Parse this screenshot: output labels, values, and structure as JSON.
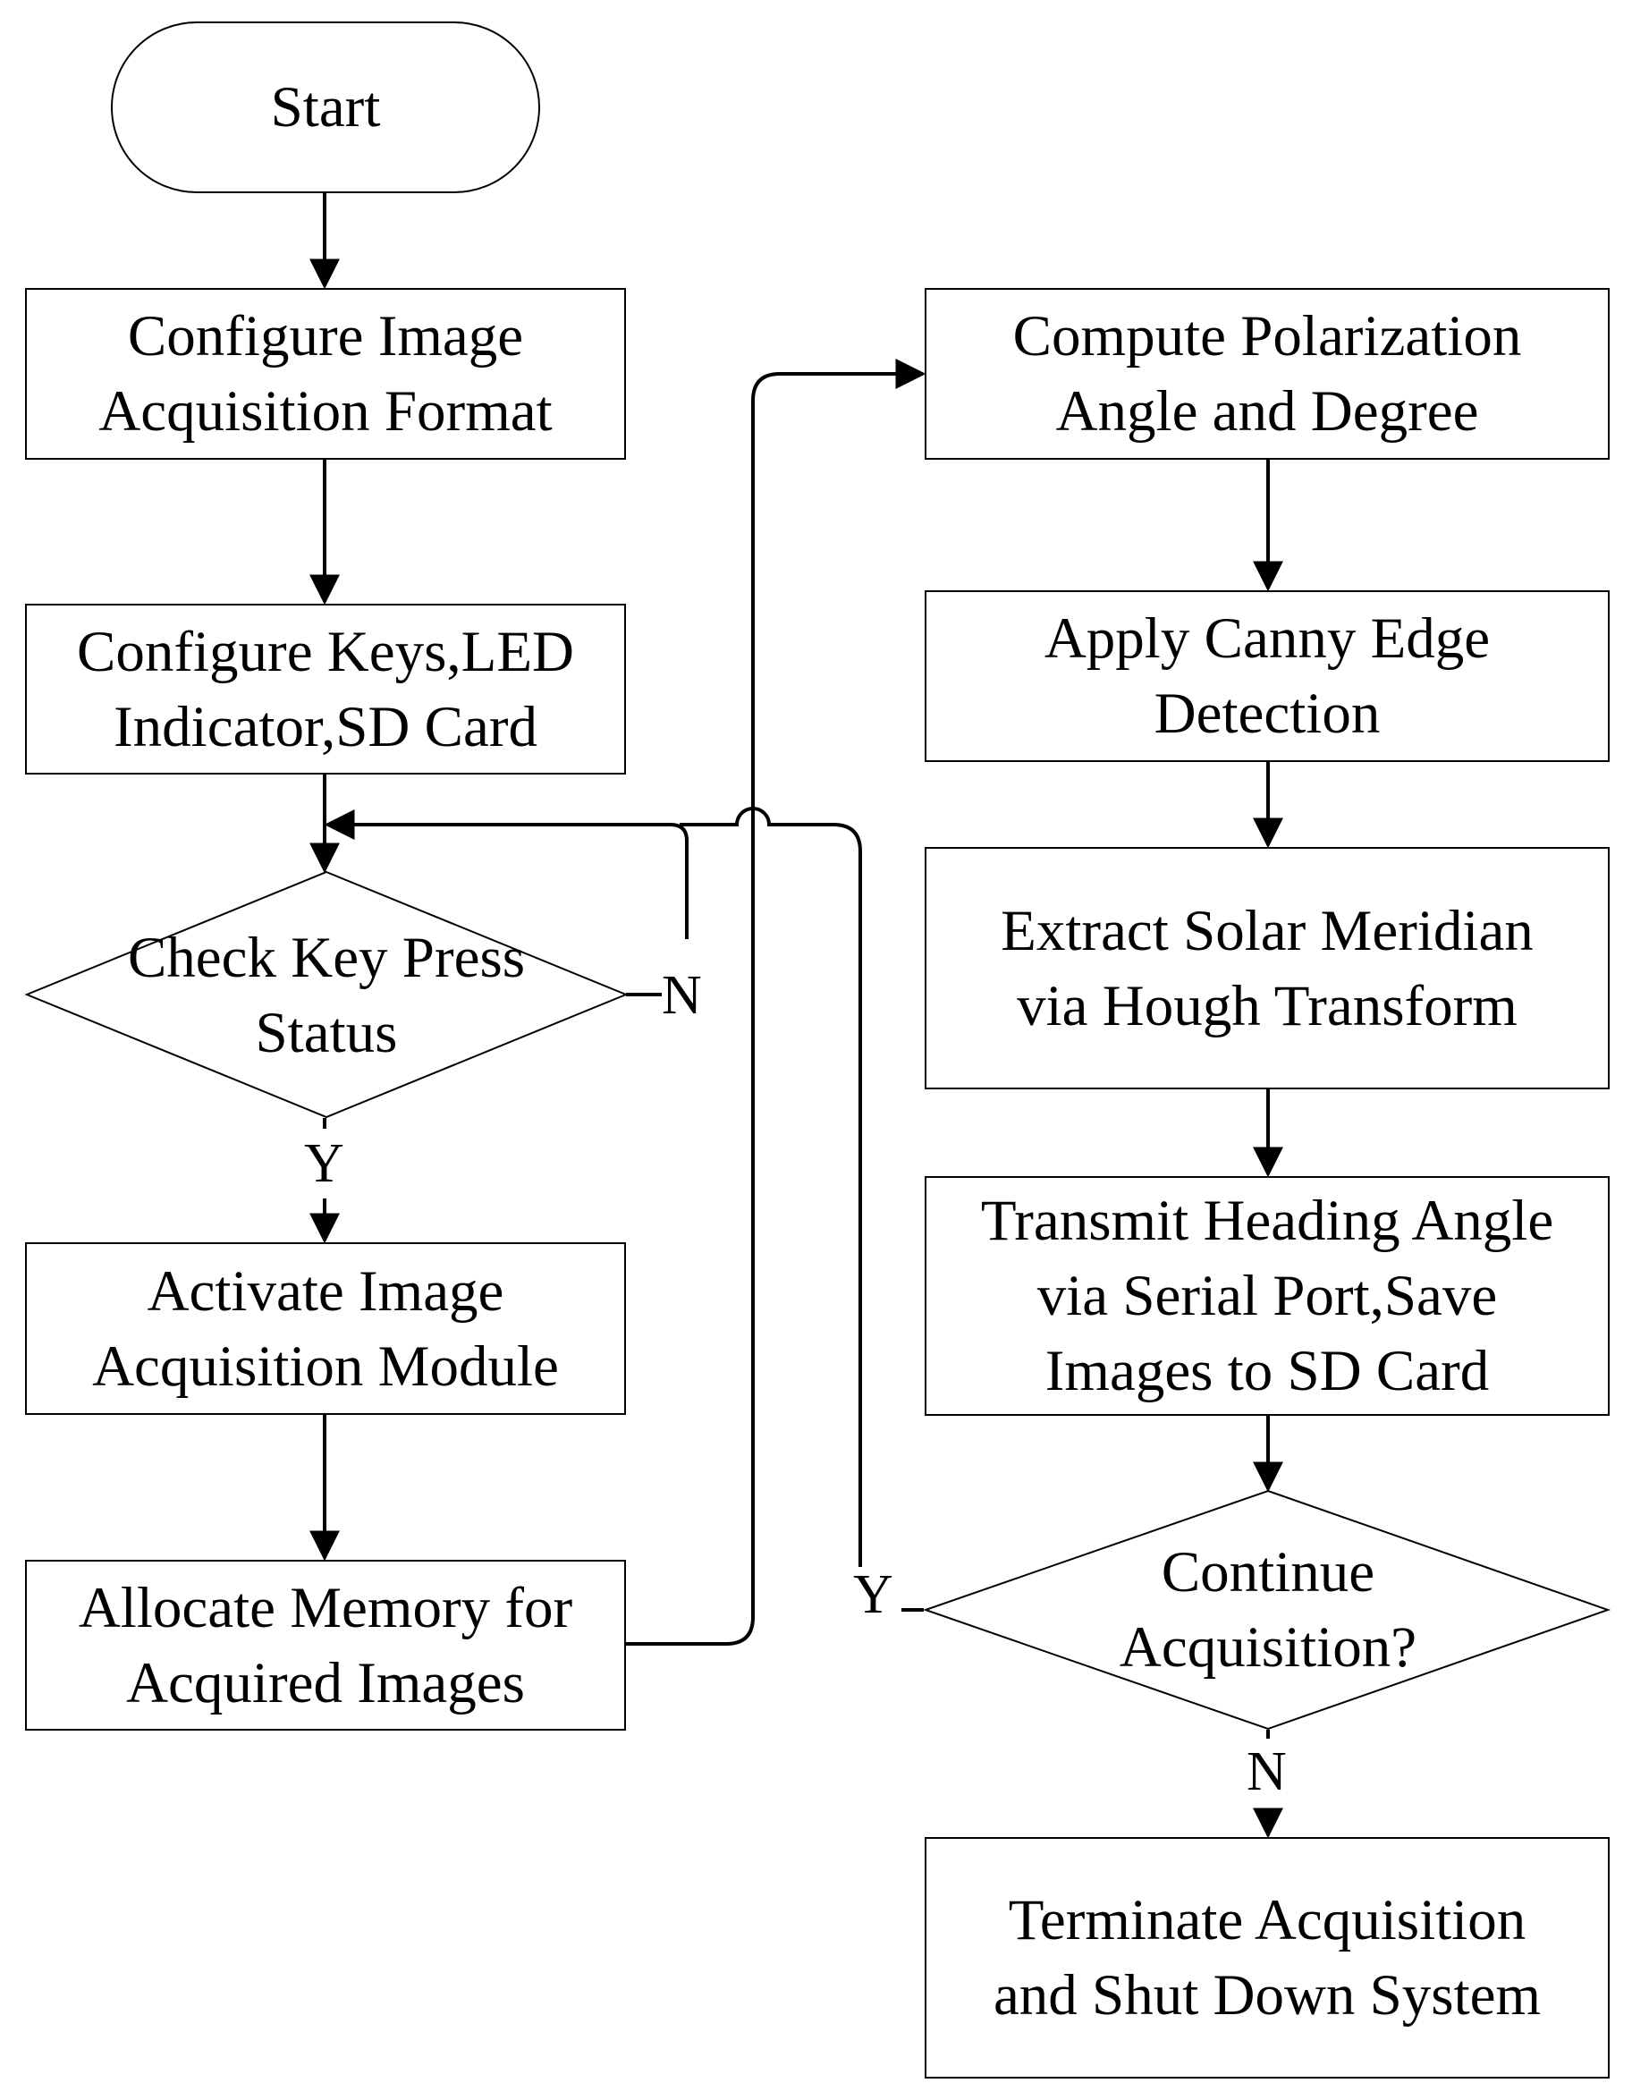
{
  "nodes": {
    "start": "Start",
    "configure_format": [
      "Configure Image",
      "Acquisition Format"
    ],
    "configure_keys": [
      "Configure Keys,LED",
      "Indicator,SD Card"
    ],
    "check_key": [
      "Check Key Press",
      "Status"
    ],
    "activate_module": [
      "Activate Image",
      "Acquisition Module"
    ],
    "allocate_memory": [
      "Allocate Memory for",
      "Acquired Images"
    ],
    "compute_polarization": [
      "Compute Polarization",
      "Angle and Degree"
    ],
    "canny": [
      "Apply Canny Edge",
      "Detection"
    ],
    "hough": [
      "Extract Solar Meridian",
      "via Hough Transform"
    ],
    "transmit": [
      "Transmit Heading Angle",
      "via Serial Port,Save",
      "Images to SD Card"
    ],
    "continue": [
      "Continue",
      "Acquisition?"
    ],
    "terminate": [
      "Terminate Acquisition",
      "and Shut Down System"
    ]
  },
  "labels": {
    "check_no": "N",
    "check_yes": "Y",
    "continue_yes": "Y",
    "continue_no": "N"
  }
}
